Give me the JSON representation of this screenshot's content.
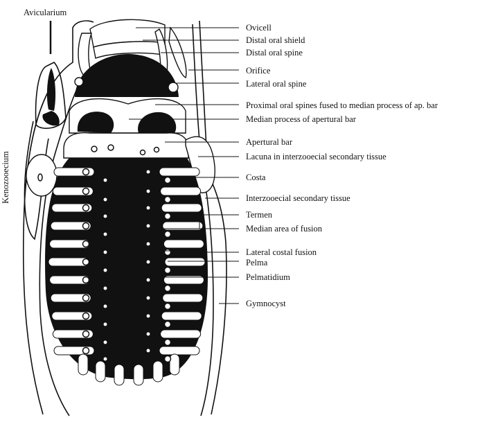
{
  "labels": {
    "avicularium": "Avicularium",
    "kenozooecium": "Kenozooecium",
    "ovicell": "Ovicell",
    "distal_oral_shield": "Distal oral shield",
    "distal_oral_spine": "Distal oral spine",
    "orifice": "Orifice",
    "lateral_oral_spine": "Lateral oral spine",
    "proximal_oral_spines": "Proximal oral spines fused to median process of ap. bar",
    "median_process": "Median process of apertural bar",
    "apertural_bar": "Apertural bar",
    "lacuna": "Lacuna in interzooecial secondary tissue",
    "costa": "Costa",
    "interzooecial_tissue": "Interzooecial secondary tissue",
    "termen": "Termen",
    "median_area": "Median area of fusion",
    "lateral_costal_fusion": "Lateral costal fusion",
    "pelma": "Pelma",
    "pelmatidium": "Pelmatidium",
    "gymnocyst": "Gymnocyst"
  },
  "colors": {
    "ink": "#111111",
    "paper": "#ffffff"
  }
}
